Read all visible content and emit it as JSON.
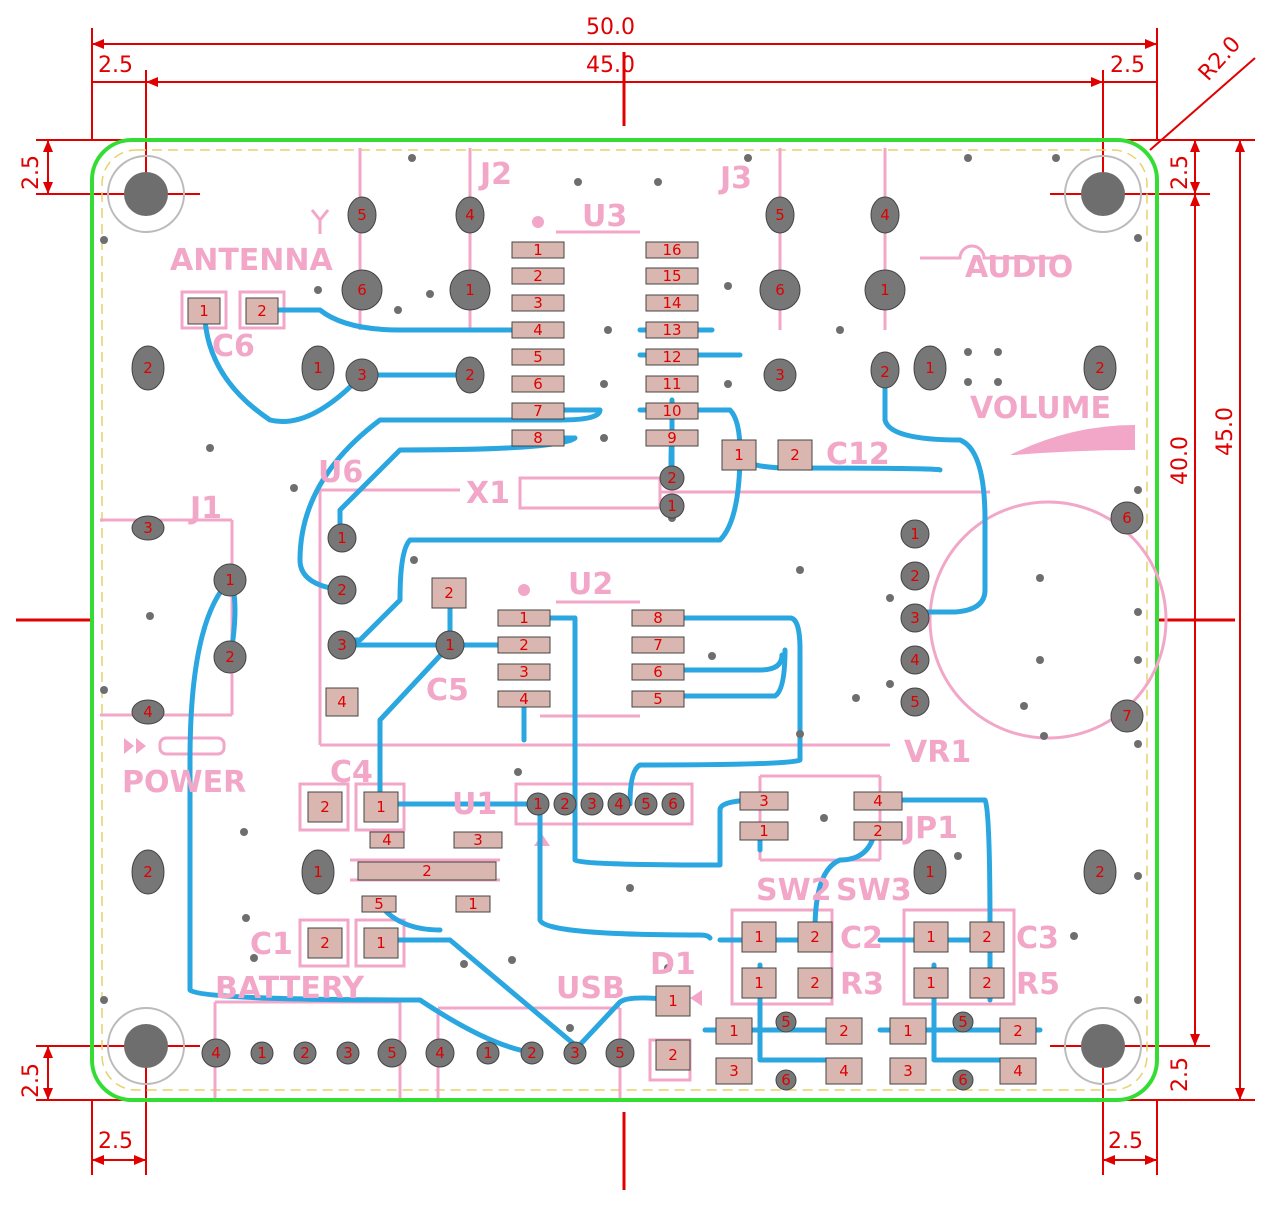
{
  "dimensions": {
    "overall_width": "50.0",
    "inner_width": "45.0",
    "overall_height": "45.0",
    "inner_height": "40.0",
    "margin": "2.5",
    "corner_radius": "R2.0"
  },
  "silkscreen": {
    "antenna": "ANTENNA",
    "audio": "AUDIO",
    "volume": "VOLUME",
    "power": "POWER",
    "battery": "BATTERY",
    "usb": "USB"
  },
  "refdes": {
    "j1": "J1",
    "j2": "J2",
    "j3": "J3",
    "u1": "U1",
    "u2": "U2",
    "u3": "U3",
    "u6": "U6",
    "x1": "X1",
    "vr1": "VR1",
    "jp1": "JP1",
    "sw2": "SW2",
    "sw3": "SW3",
    "d1": "D1",
    "c1": "C1",
    "c2": "C2",
    "c3": "C3",
    "c4": "C4",
    "c5": "C5",
    "c6": "C6",
    "c12": "C12",
    "r3": "R3",
    "r5": "R5"
  },
  "pin_numbers": {
    "u3_left": [
      "1",
      "2",
      "3",
      "4",
      "5",
      "6",
      "7",
      "8"
    ],
    "u3_right": [
      "16",
      "15",
      "14",
      "13",
      "12",
      "11",
      "10",
      "9"
    ],
    "u2_left": [
      "1",
      "2",
      "3",
      "4"
    ],
    "u2_right": [
      "8",
      "7",
      "6",
      "5"
    ],
    "vr1": [
      "1",
      "2",
      "3",
      "4",
      "5",
      "6",
      "7"
    ],
    "p1": [
      "1",
      "2",
      "3",
      "4",
      "5",
      "6"
    ],
    "j_top_a": [
      "5",
      "6"
    ],
    "j_top_b": [
      "4",
      "1"
    ],
    "j_top_c": [
      "1",
      "2",
      "3"
    ],
    "battery": [
      "4",
      "1",
      "2",
      "3",
      "5"
    ],
    "usb": [
      "4",
      "1",
      "2",
      "3",
      "5"
    ],
    "sw_pads": [
      "1",
      "2",
      "3",
      "4",
      "5",
      "6"
    ],
    "two_pin": [
      "1",
      "2"
    ],
    "j1": [
      "3",
      "1",
      "2",
      "4"
    ],
    "u1": [
      "4",
      "3",
      "2",
      "5",
      "1"
    ]
  },
  "colors": {
    "board_outline": "#33dd33",
    "copper_trace": "#2aa6e0",
    "silkscreen": "#f2a7c8",
    "dimension": "#e00000",
    "pad": "#d9b7b0",
    "drill": "#6e6e6e"
  }
}
